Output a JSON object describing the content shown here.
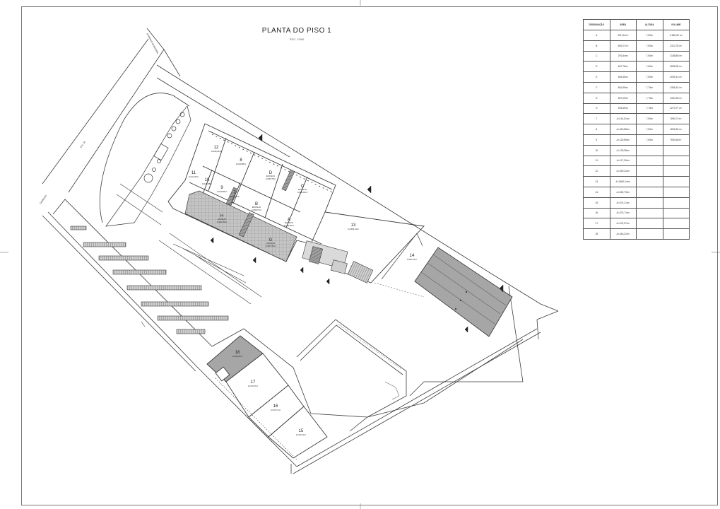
{
  "drawing": {
    "title": "PLANTA DO PISO 1",
    "scale": "ESC: 1/500"
  },
  "road_labels": {
    "left_road": "E.N. 16",
    "top_road": "CAMINHO MUNICIPAL",
    "left_small": "CAMINHO"
  },
  "areas_table": {
    "headers": [
      "DESIGNAÇÃO",
      "ÁREA",
      "ALTURA",
      "VOLUME"
    ],
    "rows": [
      [
        "A",
        "291,50 m²",
        "7,50m",
        "2.186,25 m³"
      ],
      [
        "B",
        "308,37 m²",
        "7,50m",
        "2312,78 m³"
      ],
      [
        "C",
        "291,84m²",
        "7,50m",
        "2188,80 m³"
      ],
      [
        "D",
        "487,78m²",
        "7,50m",
        "3658,35 m³"
      ],
      [
        "E",
        "545,35m²",
        "7,50m",
        "4090,13 m³"
      ],
      [
        "F",
        "561,99m²",
        "7,75m",
        "4355,42 m³"
      ],
      [
        "G",
        "567,09m²",
        "7,75m",
        "4394,95 m³"
      ],
      [
        "H",
        "293,39m²",
        "7,75m",
        "2273,77 m³"
      ],
      [
        "7",
        "A=114,01m²",
        "7,50m",
        "855,07 m³"
      ],
      [
        "8",
        "A=240,88m²",
        "7,50m",
        "1806,60 m³"
      ],
      [
        "9",
        "A=120,89m²",
        "7,50m",
        "906,68 m³"
      ],
      [
        "10",
        "A=129,98m²",
        "",
        ""
      ],
      [
        "11",
        "A=117,26m²",
        "",
        ""
      ],
      [
        "12",
        "A=229,22m²",
        "",
        ""
      ],
      [
        "13",
        "A=1660,14m²",
        "",
        ""
      ],
      [
        "14",
        "A=522,79m²",
        "",
        ""
      ],
      [
        "15",
        "A=474,21m²",
        "",
        ""
      ],
      [
        "16",
        "A=473,71m²",
        "",
        ""
      ],
      [
        "17",
        "A=474,57m²",
        "",
        ""
      ],
      [
        "18",
        "A=416,22m²",
        "",
        ""
      ]
    ]
  },
  "rooms": [
    {
      "id": "12",
      "area": "A=229,22m²"
    },
    {
      "id": "8",
      "area": "A=240,88m²"
    },
    {
      "id": "D",
      "area": "A=487,78m²",
      "note": "EM PALHA"
    },
    {
      "id": "C",
      "area": "A=291,84m²",
      "note": "EM PALHA"
    },
    {
      "id": "11",
      "area": "A=117,26m²"
    },
    {
      "id": "10",
      "area": "A=129,98m²"
    },
    {
      "id": "9",
      "area": "A=120,89m²"
    },
    {
      "id": "7",
      "area": "A=114,01m²"
    },
    {
      "id": "B",
      "area": "A=308,37m²",
      "note": "EM PALHA"
    },
    {
      "id": "A",
      "area": "A=291,50m²",
      "note": "EM PALHA"
    },
    {
      "id": "H",
      "area": "A=293,39m²",
      "note": "VIA PALHA"
    },
    {
      "id": "G",
      "area": "A=567,09m²",
      "note": "VIA PALHA"
    },
    {
      "id": "13",
      "area": "A=1660,14m²"
    },
    {
      "id": "14",
      "area": "A=522,79m²"
    },
    {
      "id": "18",
      "area": "A=416,22m²"
    },
    {
      "id": "17",
      "area": "A=474,57m²"
    },
    {
      "id": "16",
      "area": "A=473,71m²"
    },
    {
      "id": "15",
      "area": "A=474,21m²"
    }
  ],
  "colors": {
    "line": "#3a3a3a",
    "hatch_fill": "#b9b9b9",
    "shed_fill": "#a6a6a6",
    "paper": "#ffffff"
  }
}
